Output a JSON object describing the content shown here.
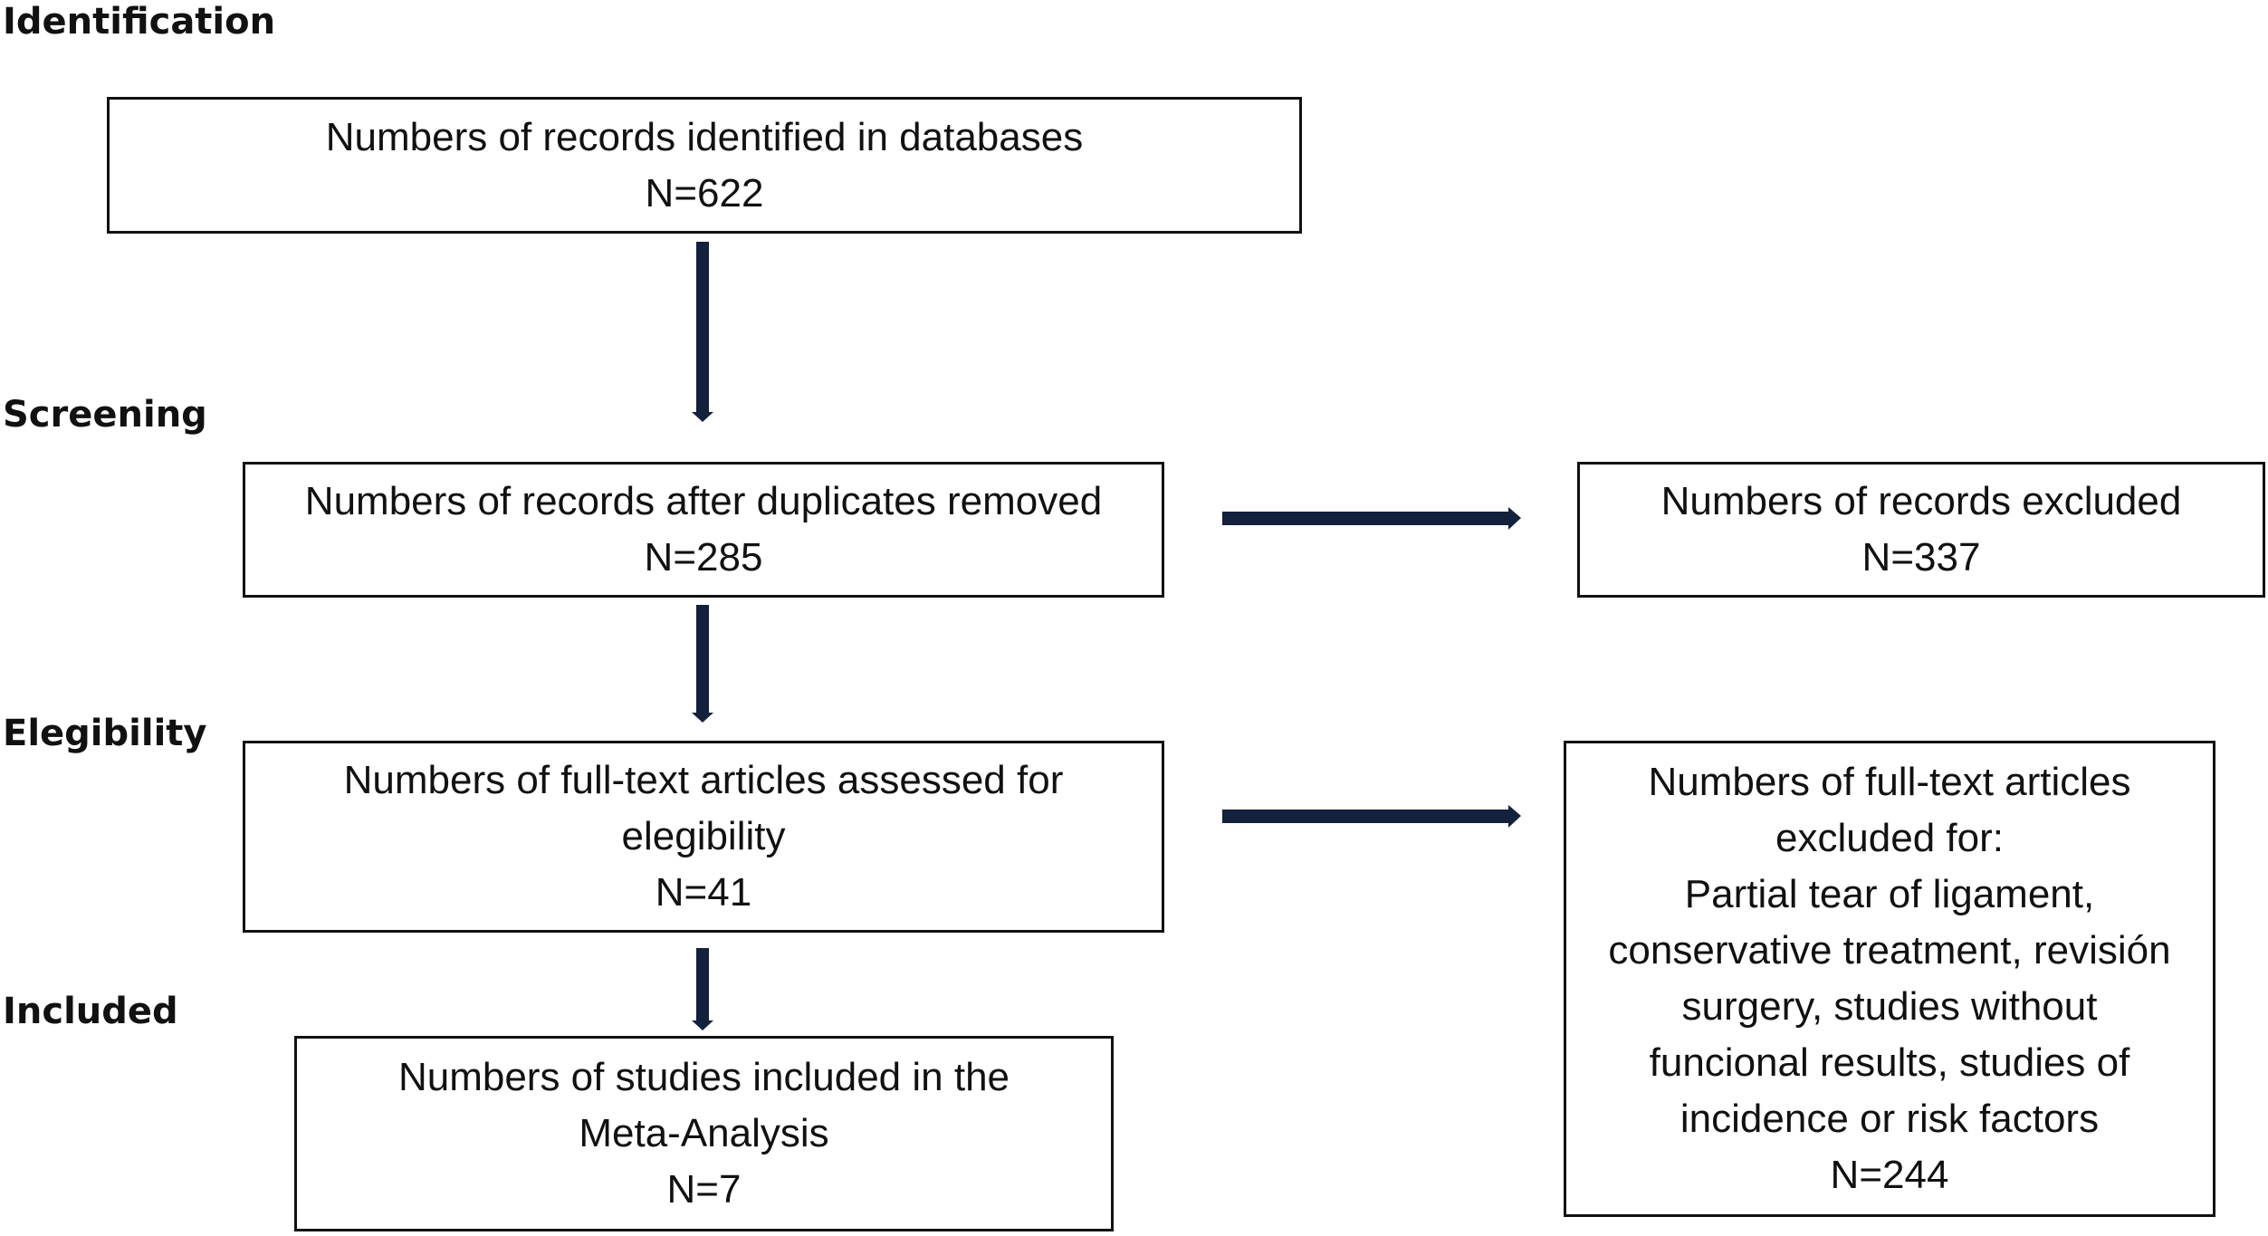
{
  "stages": {
    "identification": "Identification",
    "screening": "Screening",
    "eligibility": "Elegibility",
    "included": "Included"
  },
  "boxes": {
    "identified": {
      "text": "Numbers of records identified in databases",
      "count": "N=622"
    },
    "after_duplicates": {
      "text": "Numbers of records after duplicates removed",
      "count": "N=285"
    },
    "records_excluded": {
      "text": "Numbers of records excluded",
      "count": "N=337"
    },
    "fulltext_assessed": {
      "lines": [
        "Numbers of full-text articles assessed for",
        "elegibility"
      ],
      "count": "N=41"
    },
    "fulltext_excluded": {
      "lines": [
        "Numbers of full-text articles",
        "excluded for:"
      ],
      "reasons": [
        "Partial tear of ligament,",
        "conservative treatment, revisión",
        "surgery, studies without",
        "funcional results, studies of",
        "incidence or risk factors"
      ],
      "count": "N=244"
    },
    "included_studies": {
      "lines": [
        "Numbers of studies included in the",
        "Meta-Analysis"
      ],
      "count": "N=7"
    }
  },
  "colors": {
    "arrow": "#14213d",
    "border": "#111111",
    "text": "#111111"
  }
}
